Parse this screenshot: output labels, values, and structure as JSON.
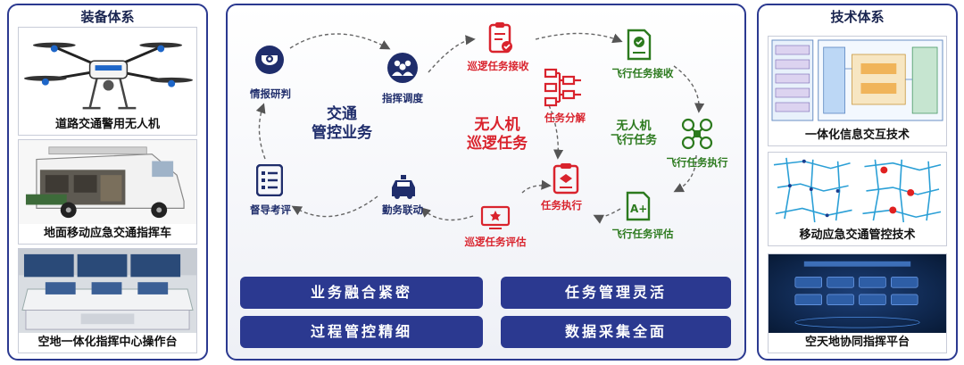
{
  "left_panel": {
    "title": "装备体系",
    "cards": [
      {
        "caption": "道路交通警用无人机",
        "image": "police-drone-photo"
      },
      {
        "caption": "地面移动应急交通指挥车",
        "image": "command-vehicle-photo"
      },
      {
        "caption": "空地一体化指挥中心操作台",
        "image": "command-console-photo"
      }
    ]
  },
  "center_panel": {
    "left_cycle": {
      "title": "交通\n管控业务",
      "nodes": [
        {
          "label": "情报研判",
          "icon": "surveillance-camera-icon"
        },
        {
          "label": "指挥调度",
          "icon": "team-dispatch-icon"
        },
        {
          "label": "勤务联动",
          "icon": "police-car-icon"
        },
        {
          "label": "督导考评",
          "icon": "checklist-icon"
        }
      ]
    },
    "middle_cycle": {
      "title": "无人机\n巡逻任务",
      "nodes": [
        {
          "label": "巡逻任务接收",
          "icon": "clipboard-check-icon"
        },
        {
          "label": "任务分解",
          "icon": "flowchart-icon"
        },
        {
          "label": "任务执行",
          "icon": "mission-document-icon"
        },
        {
          "label": "巡逻任务评估",
          "icon": "evaluation-monitor-icon"
        }
      ]
    },
    "right_cycle": {
      "title": "无人机\n飞行任务",
      "nodes": [
        {
          "label": "飞行任务接收",
          "icon": "task-document-icon"
        },
        {
          "label": "飞行任务执行",
          "icon": "quadcopter-icon"
        },
        {
          "label": "飞行任务评估",
          "icon": "grade-a-plus-icon"
        }
      ]
    },
    "features": [
      "业务融合紧密",
      "任务管理灵活",
      "过程管控精细",
      "数据采集全面"
    ]
  },
  "right_panel": {
    "title": "技术体系",
    "cards": [
      {
        "caption": "一体化信息交互技术",
        "image": "system-architecture-diagram"
      },
      {
        "caption": "移动应急交通管控技术",
        "image": "road-network-map"
      },
      {
        "caption": "空天地协同指挥平台",
        "image": "platform-dashboard"
      }
    ]
  },
  "colors": {
    "navy": "#2b3990",
    "red": "#d9232d",
    "green": "#2c7a1e",
    "dark_text": "#1f2d6b"
  }
}
